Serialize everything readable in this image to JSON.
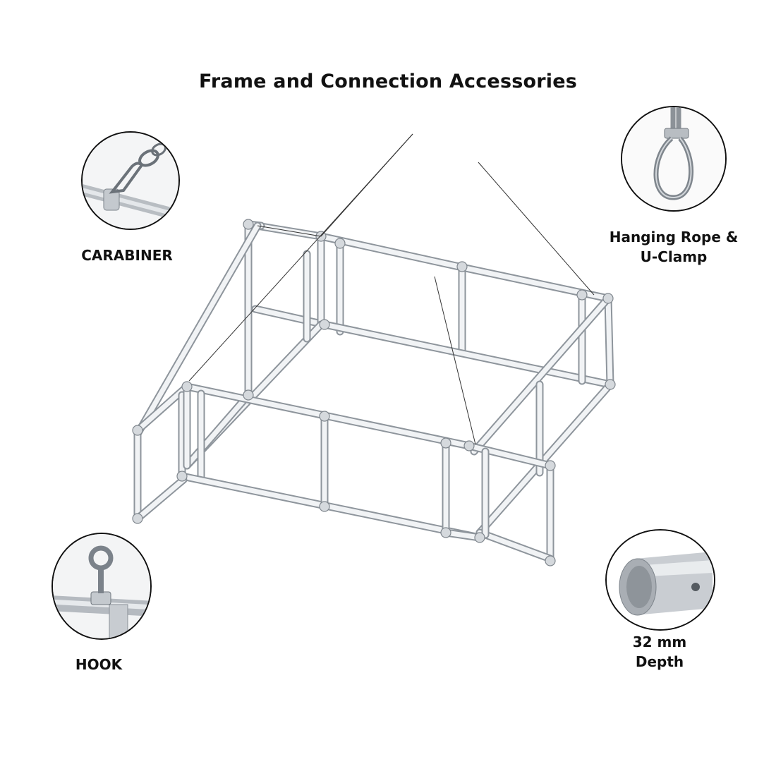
{
  "title": "Frame and Connection Accessories",
  "callouts": {
    "carabiner": {
      "label": "CARABINER",
      "icon": "carabiner-icon"
    },
    "rope": {
      "label_line1": "Hanging Rope &",
      "label_line2": "U-Clamp",
      "icon": "wire-rope-loop-icon"
    },
    "hook": {
      "label": "HOOK",
      "icon": "eye-hook-icon"
    },
    "depth": {
      "label_line1": "32 mm",
      "label_line2": "Depth",
      "icon": "tube-end-icon"
    }
  },
  "colors": {
    "frame_tube": "#c9cdd2",
    "frame_edge": "#8e959c",
    "text": "#111111",
    "wire": "#333333"
  }
}
